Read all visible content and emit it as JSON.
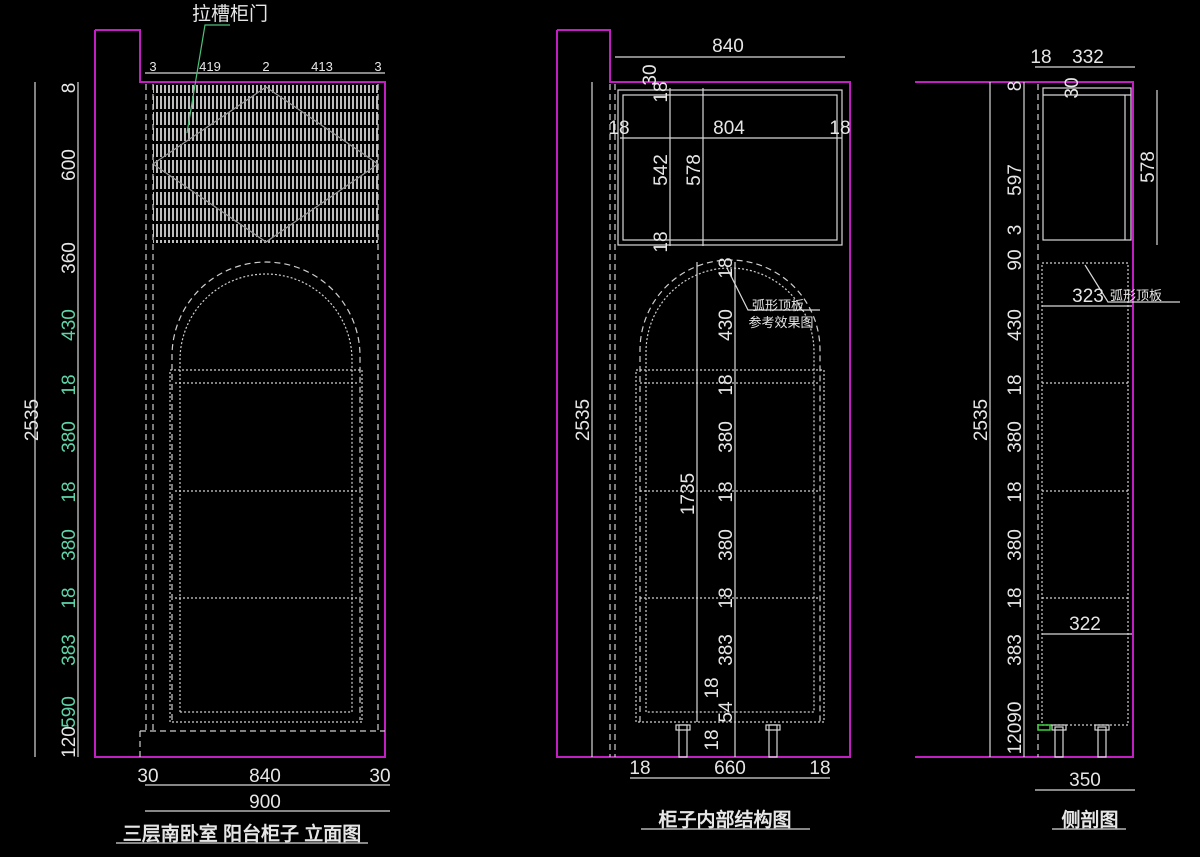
{
  "colors": {
    "outline": "#c21fc2",
    "dim_text": "#e6e6e6",
    "accent_dim": "#5fd3a8",
    "leader": "#4cc07a"
  },
  "elevation": {
    "title": "三层南卧室 阳台柜子 立面图",
    "door_label": "拉槽柜门",
    "total_height": "2535",
    "top_dims": [
      "3",
      "419",
      "2",
      "413",
      "3"
    ],
    "left_dims_white": [
      "8",
      "600",
      "360",
      "120"
    ],
    "left_dims_green": [
      "430",
      "18",
      "380",
      "18",
      "380",
      "18",
      "383",
      "590"
    ],
    "bottom_dims": [
      "30",
      "840",
      "30"
    ],
    "total_width": "900"
  },
  "interior": {
    "title": "柜子内部结构图",
    "total_height": "2535",
    "top_width": "840",
    "top_gap": "30",
    "box_dims": [
      "18",
      "804",
      "18"
    ],
    "box_heights": [
      "18",
      "542",
      "578",
      "18"
    ],
    "column_dims": [
      "18",
      "430",
      "18",
      "380",
      "18",
      "380",
      "18",
      "383",
      "54",
      "18"
    ],
    "overall_inner": "1735",
    "extra_18": "18",
    "note_line1": "弧形顶板",
    "note_line2": "参考效果图",
    "bottom_dims": [
      "18",
      "660",
      "18"
    ]
  },
  "side": {
    "title": "侧剖图",
    "total_height": "2535",
    "top_dims": [
      "18",
      "332"
    ],
    "top_gap": "30",
    "box_height": "578",
    "column_dims": [
      "8",
      "597",
      "3",
      "90",
      "430",
      "18",
      "380",
      "18",
      "380",
      "18",
      "383",
      "12090"
    ],
    "shelf_depth_top": "323",
    "note": "弧形顶板",
    "shelf_depth_bottom": "322",
    "total_depth": "350"
  }
}
